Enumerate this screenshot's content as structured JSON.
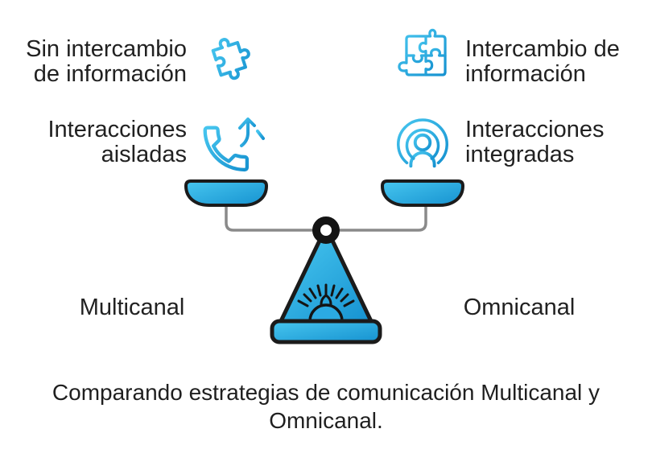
{
  "items": [
    {
      "id": "no-exchange",
      "side": "left",
      "row": 1,
      "icon": "puzzle-piece-icon",
      "lines": [
        "Sin intercambio",
        "de información"
      ]
    },
    {
      "id": "exchange",
      "side": "right",
      "row": 1,
      "icon": "puzzle-grid-icon",
      "lines": [
        "Intercambio de",
        "información"
      ]
    },
    {
      "id": "isolated",
      "side": "left",
      "row": 2,
      "icon": "phone-outgoing-icon",
      "lines": [
        "Interacciones",
        "aisladas"
      ]
    },
    {
      "id": "integrated",
      "side": "right",
      "row": 2,
      "icon": "broadcast-person-icon",
      "lines": [
        "Interacciones",
        "integradas"
      ]
    }
  ],
  "scale": {
    "icon": "balance-scale-icon",
    "left_label": "Multicanal",
    "right_label": "Omnicanal"
  },
  "caption": {
    "lines": [
      "Comparando estrategias de comunicación Multicanal y",
      "Omnicanal."
    ]
  },
  "colors": {
    "icon_blue_light": "#47C6EF",
    "icon_blue_dark": "#1692D0",
    "fill_blue": "#29ABE2",
    "outline_dark": "#1B1B1B",
    "beam_gray": "#8A8A8A",
    "text": "#212121",
    "background": "#FFFFFF"
  }
}
